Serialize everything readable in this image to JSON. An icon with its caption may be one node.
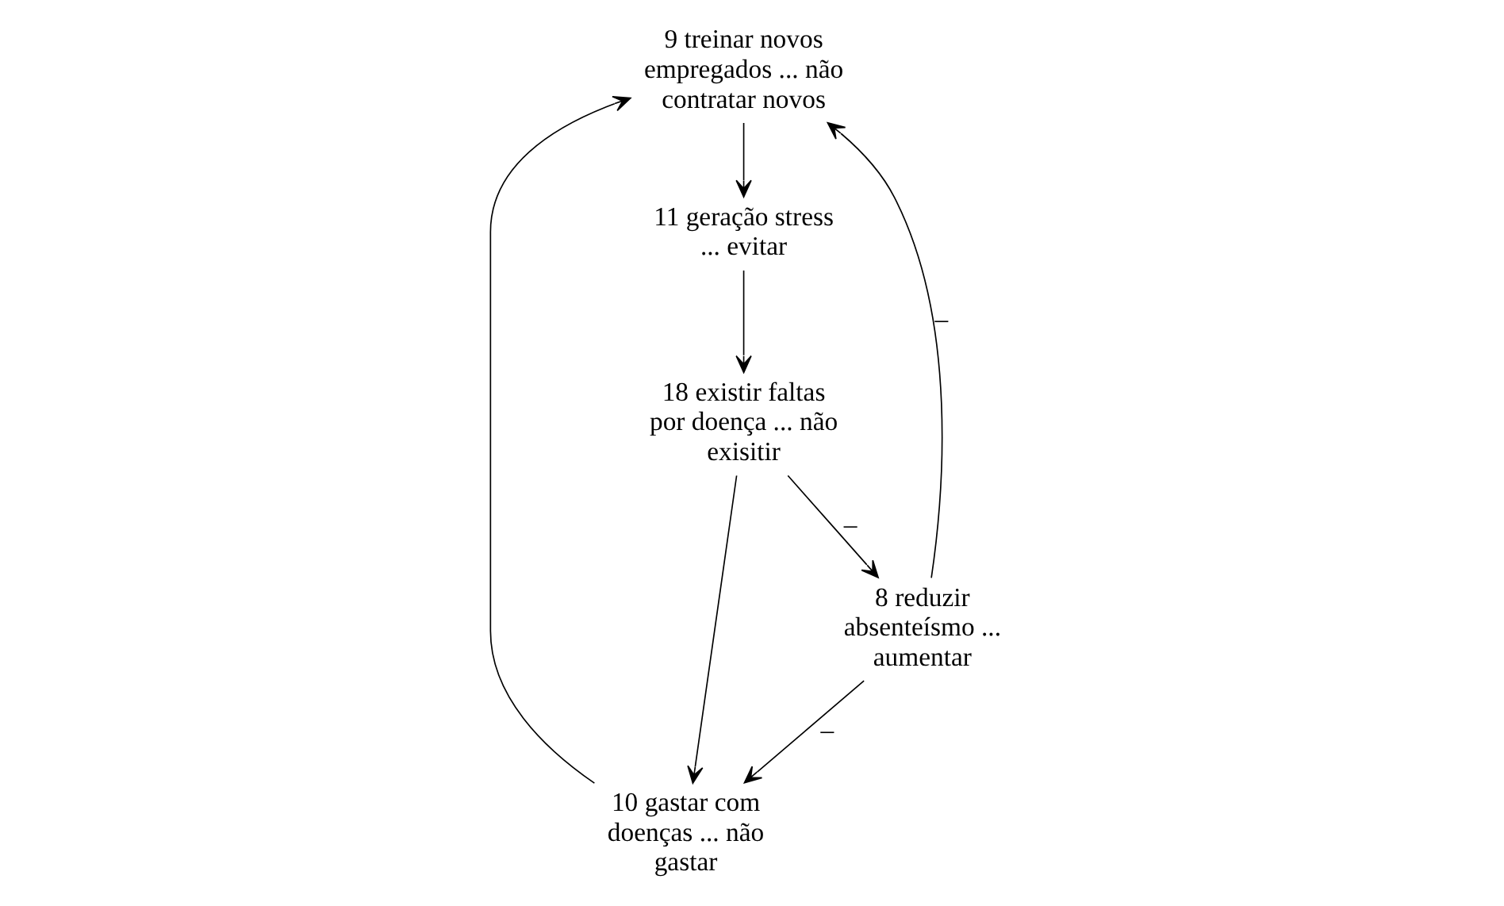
{
  "diagram": {
    "nodes": [
      {
        "text": [
          "9 treinar novos empregados ... não contratar novos"
        ]
      },
      {
        "text": [
          "10 gastar com doenças ... não gastar"
        ]
      },
      {
        "text": [
          "8 reduzir absenteísmo ... aumentar"
        ]
      },
      {
        "text": [
          "11 geração stress ... evitar"
        ]
      },
      {
        "text": [
          "18 existir faltas por doença ... não exisitir"
        ]
      }
    ],
    "edges": [
      {
        "from": 1,
        "to": 0,
        "arrow": "to"
      },
      {
        "from": 2,
        "to": 0,
        "arrow": "to",
        "label": "–"
      },
      {
        "from": 0,
        "to": 3,
        "arrow": "to"
      },
      {
        "from": 2,
        "to": 1,
        "arrow": "to",
        "label": "–"
      },
      {
        "from": 3,
        "to": 4,
        "arrow": "to"
      },
      {
        "from": 4,
        "to": 2,
        "arrow": "to",
        "label": "–"
      },
      {
        "from": 4,
        "to": 1,
        "arrow": "to"
      }
    ]
  }
}
